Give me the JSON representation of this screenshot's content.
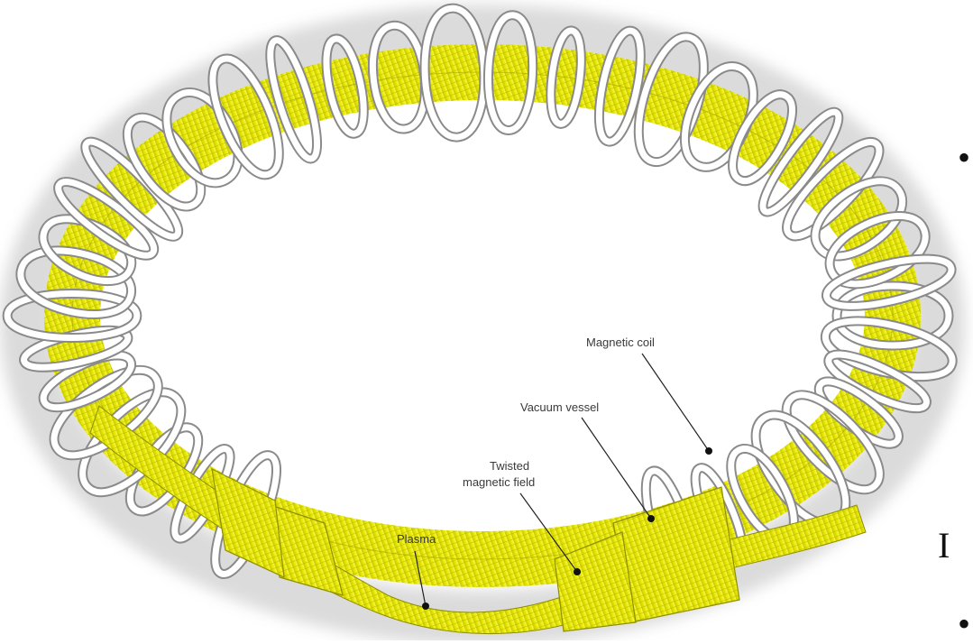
{
  "diagram": {
    "labels": {
      "magnetic_coil": "Magnetic coil",
      "vacuum_vessel": "Vacuum vessel",
      "twisted_field_line1": "Twisted",
      "twisted_field_line2": "magnetic field",
      "plasma": "Plasma"
    }
  },
  "slide_fragments": {
    "bullet_top": "•",
    "letter": "I",
    "bullet_bottom": "•"
  },
  "colors": {
    "plasma": "#f0f000",
    "coil_fill": "#ffffff",
    "coil_edge": "#8a8a8a"
  }
}
